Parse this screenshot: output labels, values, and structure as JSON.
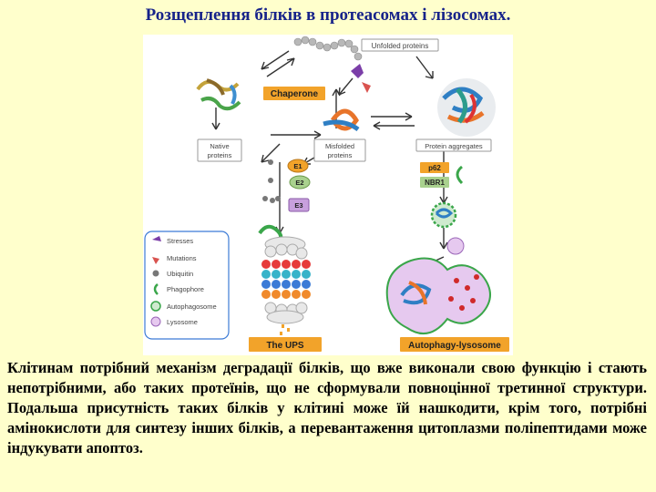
{
  "title": "Розщеплення білків в протеасомах і лізосомах.",
  "diagram": {
    "unfolded_proteins": "Unfolded proteins",
    "chaperone": "Chaperone",
    "native_proteins_l1": "Native",
    "native_proteins_l2": "proteins",
    "misfolded_proteins_l1": "Misfolded",
    "misfolded_proteins_l2": "proteins",
    "protein_aggregates": "Protein aggregates",
    "e1": "E1",
    "e2": "E2",
    "e3": "E3",
    "p62": "p62",
    "nbr1": "NBR1",
    "the_ups": "The UPS",
    "autophagy_lysosome": "Autophagy-lysosome",
    "legend": [
      "Stresses",
      "Mutations",
      "Ubiquitin",
      "Phagophore",
      "Autophagosome",
      "Lysosome"
    ],
    "colors": {
      "label_orange": "#f2a32a",
      "label_gray_border": "#9a9a9a",
      "lysosome_purple": "#c06cd0",
      "proteasome_red": "#e63b3b",
      "proteasome_teal": "#37b3c9",
      "proteasome_blue": "#3c7bd6",
      "proteasome_orange": "#f08a2c"
    }
  },
  "paragraph": "Клітинам потрібний механізм деградації білків, що вже виконали свою функцію і стають непотрібними, або таких протеїнів, що не сформували повноцінної третинної структури. Подальша присутність таких білків у клітині може їй нашкодити, крім того, потрібні амінокислоти для синтезу інших білків, а перевантаження цитоплазми поліпептидами може індукувати апоптоз."
}
